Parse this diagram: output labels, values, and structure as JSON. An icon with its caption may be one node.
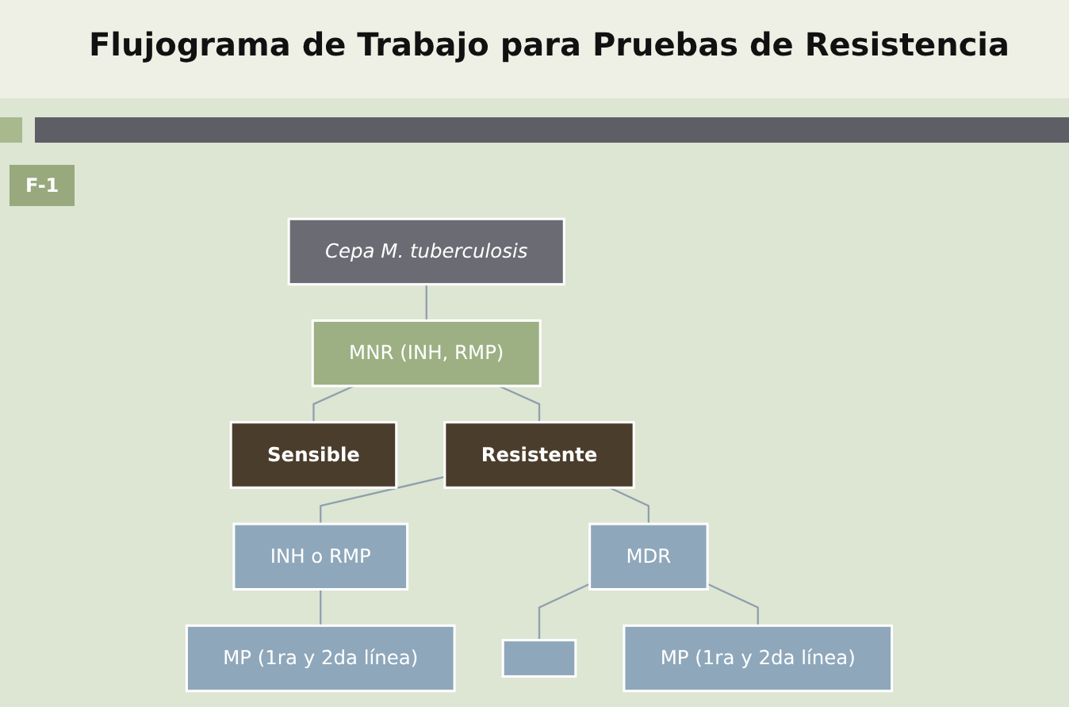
{
  "diagram": {
    "title": "Flujograma de Trabajo para Pruebas de Resistencia",
    "nodes": [
      {
        "text": [
          "Cepa M. tuberculosis"
        ]
      },
      {
        "text": [
          "MNR (INH, RMP)"
        ]
      },
      {
        "text": [
          "Sensible"
        ]
      },
      {
        "text": [
          "Resistente"
        ]
      },
      {
        "text": [
          "INH o RMP"
        ]
      },
      {
        "text": [
          "MDR"
        ]
      },
      {
        "text": [
          "MP (1ra y 2da línea)"
        ]
      },
      {
        "text": [],
        "shape": "box"
      },
      {
        "text": [
          "MP (1ra y 2da línea)"
        ]
      }
    ],
    "edges": [
      {
        "from": 0,
        "to": 1,
        "arrow": "none"
      },
      {
        "from": 1,
        "to": 2,
        "arrow": "none"
      },
      {
        "from": 1,
        "to": 3,
        "arrow": "none"
      },
      {
        "from": 3,
        "to": 4,
        "arrow": "none"
      },
      {
        "from": 3,
        "to": 5,
        "arrow": "none"
      },
      {
        "from": 4,
        "to": 6,
        "arrow": "none"
      },
      {
        "from": 5,
        "to": 7,
        "arrow": "none"
      },
      {
        "from": 5,
        "to": 8,
        "arrow": "none"
      }
    ],
    "labels": [
      "F-1"
    ]
  }
}
